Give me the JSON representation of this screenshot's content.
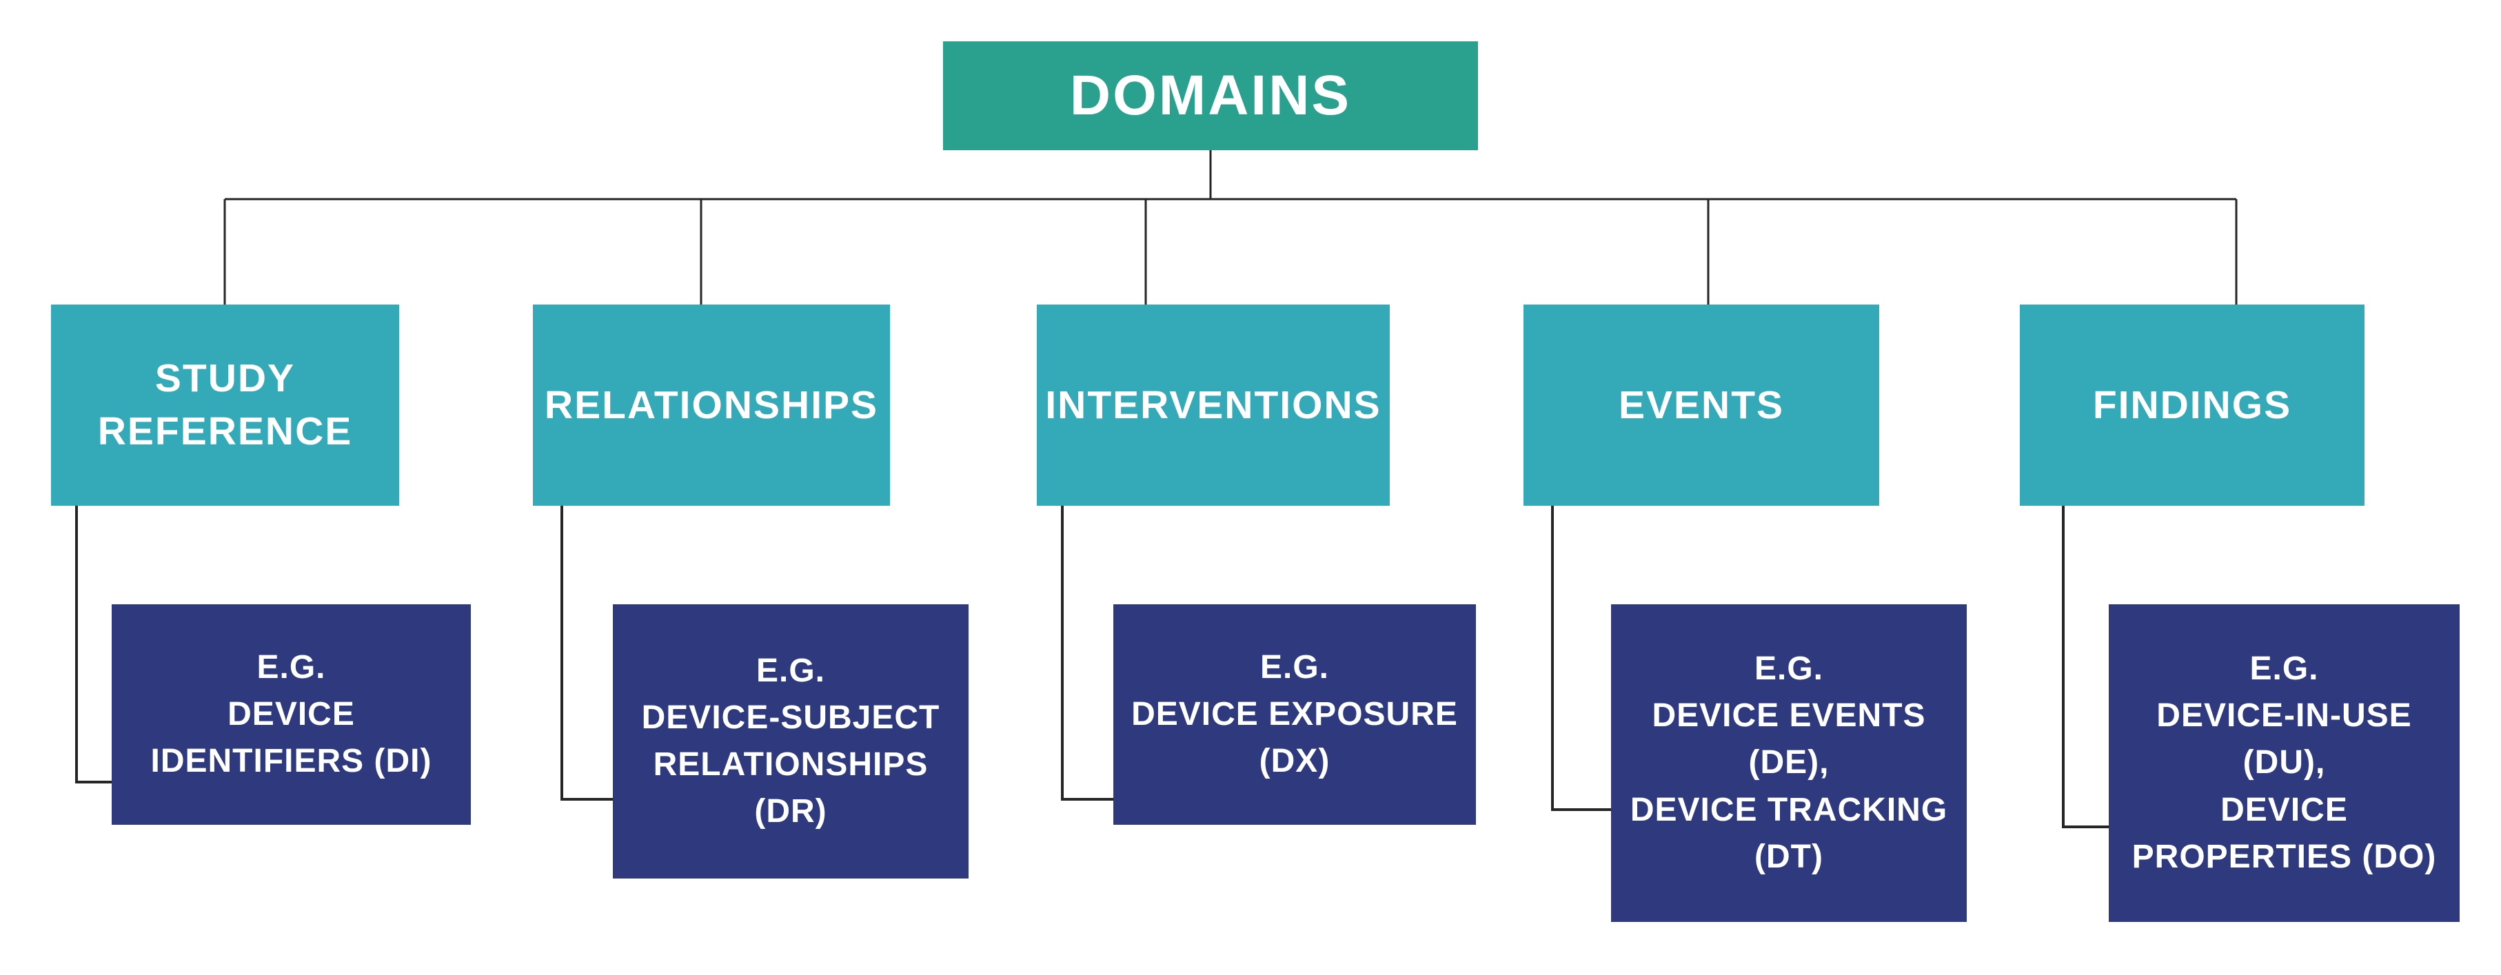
{
  "diagram": {
    "root": {
      "label": "DOMAINS"
    },
    "branches": [
      {
        "label": "STUDY\nREFERENCE",
        "example": "E.G.\nDEVICE\nIDENTIFIERS (DI)"
      },
      {
        "label": "RELATIONSHIPS",
        "example": "E.G.\nDEVICE-SUBJECT\nRELATIONSHIPS\n(DR)"
      },
      {
        "label": "INTERVENTIONS",
        "example": "E.G.\nDEVICE EXPOSURE\n(DX)"
      },
      {
        "label": "EVENTS",
        "example": "E.G.\nDEVICE EVENTS\n(DE),\nDEVICE TRACKING\n(DT)"
      },
      {
        "label": "FINDINGS",
        "example": "E.G.\nDEVICE-IN-USE\n(DU),\nDEVICE\nPROPERTIES (DO)"
      }
    ],
    "colors": {
      "root_box": "#2aa08f",
      "branch_box": "#34a9b8",
      "example_box": "#2e3a7d",
      "line": "#262626",
      "text": "#ffffff"
    }
  }
}
